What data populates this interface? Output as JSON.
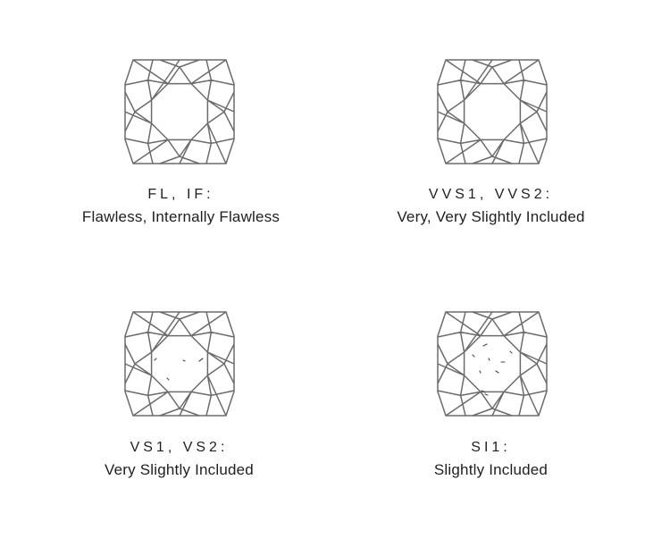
{
  "grades": [
    {
      "grade": "FL, IF:",
      "description": "Flawless, Internally Flawless",
      "inclusions": []
    },
    {
      "grade": "VVS1, VVS2:",
      "description": "Very, Very Slightly Included",
      "inclusions": []
    },
    {
      "grade": "VS1, VS2:",
      "description": "Very Slightly Included",
      "inclusions": [
        [
          -26,
          -6,
          -28,
          -4
        ],
        [
          4,
          -4,
          6,
          -3
        ],
        [
          26,
          -6,
          22,
          -3
        ],
        [
          -14,
          16,
          -12,
          18
        ]
      ]
    },
    {
      "grade": "SI1:",
      "description": "Slightly Included",
      "inclusions": [
        [
          -10,
          -20,
          -6,
          -22
        ],
        [
          20,
          -14,
          22,
          -12
        ],
        [
          -22,
          -10,
          -20,
          -8
        ],
        [
          -4,
          -6,
          -3,
          -4
        ],
        [
          10,
          -2,
          14,
          -2
        ],
        [
          -14,
          8,
          -13,
          10
        ],
        [
          4,
          8,
          7,
          10
        ],
        [
          -12,
          30,
          -8,
          32
        ],
        [
          -8,
          34,
          -5,
          35
        ]
      ]
    }
  ],
  "colors": {
    "outline": "#6b6b6b",
    "text": "#1f1f1f",
    "background": "#ffffff"
  },
  "icon": "cushion-cut-diamond-icon"
}
